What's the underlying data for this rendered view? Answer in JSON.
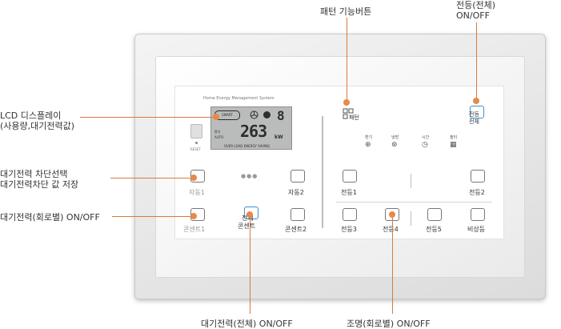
{
  "callouts": {
    "pattern_function": "패턴 기능버튼",
    "all_light_1": "전등(전체)",
    "all_light_2": "ON/OFF",
    "lcd_1": "LCD 디스플레이",
    "lcd_2": "(사용량,대기전력값)",
    "standby_cut_1": "대기전력 차단선택",
    "standby_cut_2": "대기전력차단 값 저장",
    "standby_circuit": "대기전력(회로별) ON/OFF",
    "standby_all": "대기전력(전체) ON/OFF",
    "light_circuit": "조명(회로별) ON/OFF"
  },
  "panel": {
    "header": "Home Energy Management System",
    "reset": "RESET",
    "lcd_logo": "SMART",
    "lcd_digits": "263",
    "lcd_top_digit": "8",
    "lcd_unit": "kW",
    "lcd_mode_1": "환기",
    "lcd_mode_2": "AUTO",
    "lcd_status": "OVER LOAD  ENERGY SAVING",
    "pattern_label": "패턴",
    "all_light_label_1": "전등",
    "all_light_label_2": "전체",
    "func_hwangi": "환기",
    "func_nangbang": "냉방",
    "func_time": "시간",
    "func_filter": "필터",
    "auto1": "자동1",
    "auto2": "자동2",
    "outlet1": "콘센트1",
    "outlet_all_1": "전체",
    "outlet_all_2": "콘센트",
    "outlet2": "콘센트2",
    "light1": "전등1",
    "light2": "전등2",
    "light3": "전등3",
    "light4": "전등4",
    "light5": "전등5",
    "emergency": "비상등"
  }
}
